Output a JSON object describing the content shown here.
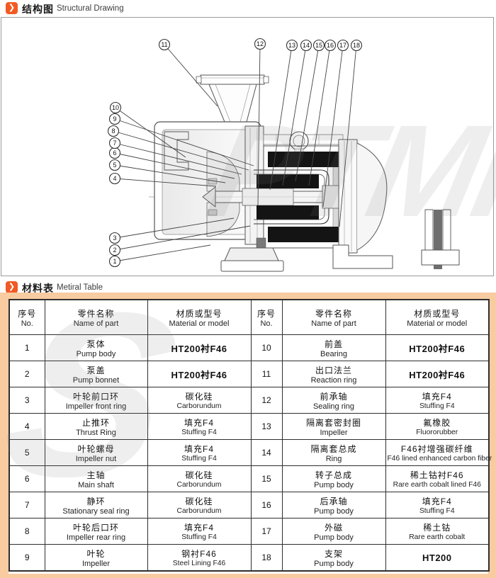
{
  "header": {
    "structural": {
      "zh": "结构图",
      "en": "Structural Drawing"
    },
    "material": {
      "zh": "材料表",
      "en": "Metiral Table"
    }
  },
  "icons": {
    "section_arrow": "❯"
  },
  "colors": {
    "accent_orange": "#f15a24",
    "band_peach": "#f8cba0",
    "magnet_black": "#141414"
  },
  "watermark": {
    "letter_s": "S",
    "letters_ptmp": "PTMP"
  },
  "drawing": {
    "balloon_numbers": [
      "1",
      "2",
      "3",
      "4",
      "5",
      "6",
      "7",
      "8",
      "9",
      "10",
      "11",
      "12",
      "13",
      "14",
      "15",
      "16",
      "17",
      "18"
    ]
  },
  "table": {
    "header": {
      "no_zh": "序号",
      "no_en": "No.",
      "name_zh": "零件名称",
      "name_en": "Name of part",
      "mat_zh": "材质或型号",
      "mat_en": "Material or model"
    },
    "rows": [
      {
        "no": "1",
        "name_zh": "泵体",
        "name_en": "Pump body",
        "mat_zh": "HT200衬F46",
        "mat_en": ""
      },
      {
        "no": "2",
        "name_zh": "泵盖",
        "name_en": "Pump bonnet",
        "mat_zh": "HT200衬F46",
        "mat_en": ""
      },
      {
        "no": "3",
        "name_zh": "叶轮前口环",
        "name_en": "Impeller front ring",
        "mat_zh": "碳化硅",
        "mat_en": "Carborundum"
      },
      {
        "no": "4",
        "name_zh": "止推环",
        "name_en": "Thrust Ring",
        "mat_zh": "填充F4",
        "mat_en": "Stuffing F4"
      },
      {
        "no": "5",
        "name_zh": "叶轮螺母",
        "name_en": "Impeller nut",
        "mat_zh": "填充F4",
        "mat_en": "Stuffing F4"
      },
      {
        "no": "6",
        "name_zh": "主轴",
        "name_en": "Main shaft",
        "mat_zh": "碳化硅",
        "mat_en": "Carborundum"
      },
      {
        "no": "7",
        "name_zh": "静环",
        "name_en": "Stationary seal ring",
        "mat_zh": "碳化硅",
        "mat_en": "Carborundum"
      },
      {
        "no": "8",
        "name_zh": "叶轮后口环",
        "name_en": "Impeller rear ring",
        "mat_zh": "填充F4",
        "mat_en": "Stuffing F4"
      },
      {
        "no": "9",
        "name_zh": "叶轮",
        "name_en": "Impeller",
        "mat_zh": "钢衬F46",
        "mat_en": "Steel Lining F46"
      },
      {
        "no": "10",
        "name_zh": "前盖",
        "name_en": "Bearing",
        "mat_zh": "HT200衬F46",
        "mat_en": ""
      },
      {
        "no": "11",
        "name_zh": "出口法兰",
        "name_en": "Reaction ring",
        "mat_zh": "HT200衬F46",
        "mat_en": ""
      },
      {
        "no": "12",
        "name_zh": "前承轴",
        "name_en": "Sealing ring",
        "mat_zh": "填充F4",
        "mat_en": "Stuffing F4"
      },
      {
        "no": "13",
        "name_zh": "隔离套密封圈",
        "name_en": "Impeller",
        "mat_zh": "氟橡胶",
        "mat_en": "Fluororubber"
      },
      {
        "no": "14",
        "name_zh": "隔离套总成",
        "name_en": "Ring",
        "mat_zh": "F46衬增强碳纤维",
        "mat_en": "F46 lined enhanced carbon fiber"
      },
      {
        "no": "15",
        "name_zh": "转子总成",
        "name_en": "Pump body",
        "mat_zh": "稀土钴衬F46",
        "mat_en": "Rare earth cobalt lined F46"
      },
      {
        "no": "16",
        "name_zh": "后承轴",
        "name_en": "Pump body",
        "mat_zh": "填充F4",
        "mat_en": "Stuffing F4"
      },
      {
        "no": "17",
        "name_zh": "外磁",
        "name_en": "Pump body",
        "mat_zh": "稀土钴",
        "mat_en": "Rare earth cobalt"
      },
      {
        "no": "18",
        "name_zh": "支架",
        "name_en": "Pump body",
        "mat_zh": "HT200",
        "mat_en": ""
      }
    ]
  }
}
